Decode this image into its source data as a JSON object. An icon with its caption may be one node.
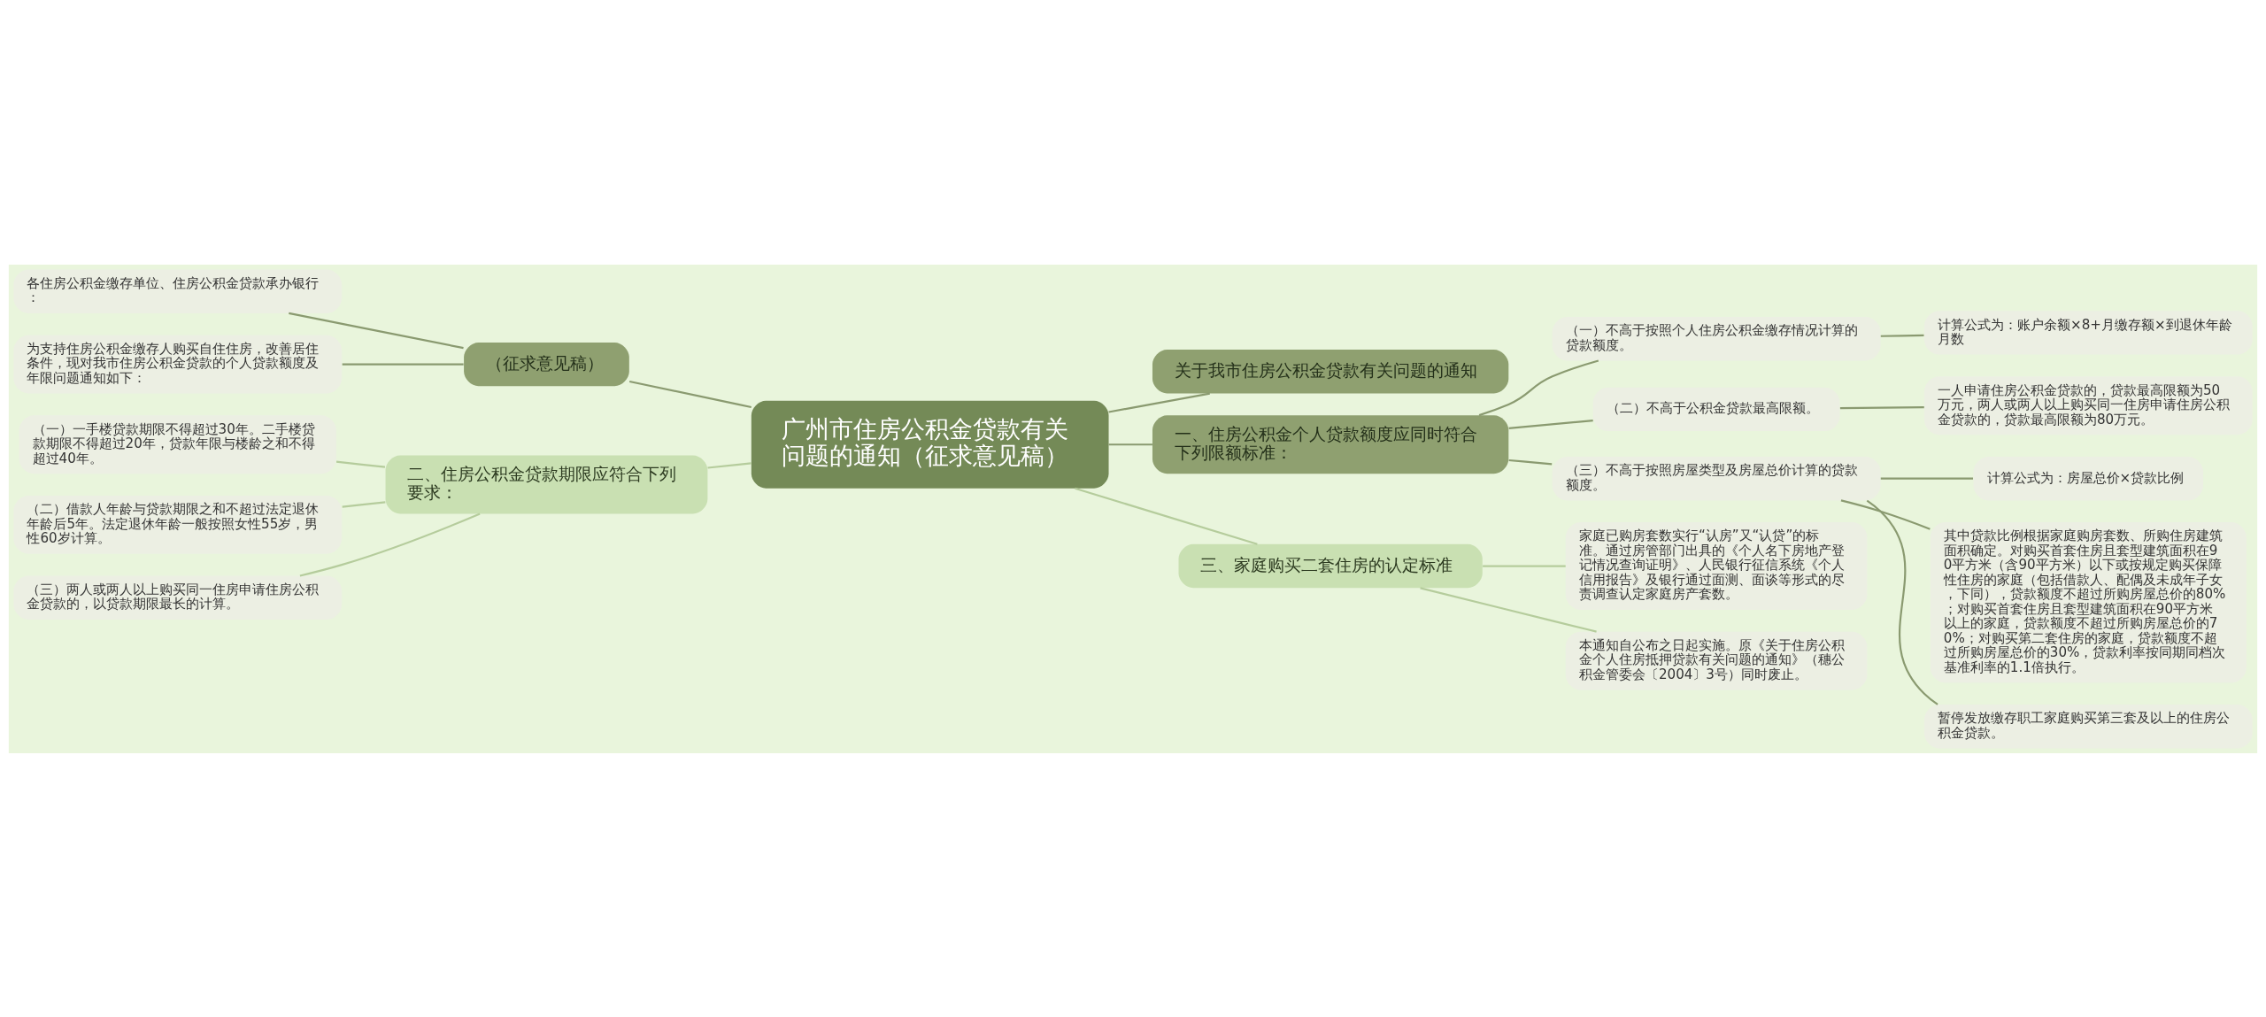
{
  "diagram": {
    "nodes": [
      {
        "text": [
          "广州市住房公积金贷款有关问题的通知（征求意见稿）"
        ]
      },
      {
        "text": [
          "关于我市住房公积金贷款有关问题的通知"
        ]
      },
      {
        "text": [
          "一、住房公积金个人贷款额度应同时符合下列限额标准："
        ]
      },
      {
        "text": [
          "（一）不高于按照个人住房公积金缴存情况计算的贷款额度。"
        ]
      },
      {
        "text": [
          "计算公式为：账户余额×8+月缴存额×到退休年龄月数"
        ]
      },
      {
        "text": [
          "（二）不高于公积金贷款最高限额。"
        ]
      },
      {
        "text": [
          "一人申请住房公积金贷款的，贷款最高限额为50万元，两人或两人以上购买同一住房申请住房公积金贷款的，贷款最高限额为80万元。"
        ]
      },
      {
        "text": [
          "（三）不高于按照房屋类型及房屋总价计算的贷款额度。"
        ]
      },
      {
        "text": [
          "计算公式为：房屋总价×贷款比例"
        ]
      },
      {
        "text": [
          "其中贷款比例根据家庭购房套数、所购住房建筑面积确定。对购买首套住房且套型建筑面积在90平方米（含90平方米）以下或按规定购买保障性住房的家庭（包括借款人、配偶及未成年子女，下同），贷款额度不超过所购房屋总价的80%；对购买首套住房且套型建筑面积在90平方米以上的家庭，贷款额度不超过所购房屋总价的70%；对购买第二套住房的家庭，贷款额度不超过所购房屋总价的30%，贷款利率按同期同档次基准利率的1.1倍执行。"
        ]
      },
      {
        "text": [
          "暂停发放缴存职工家庭购买第三套及以上的住房公积金贷款。"
        ]
      },
      {
        "text": [
          "三、家庭购买二套住房的认定标准"
        ]
      },
      {
        "text": [
          "家庭已购房套数实行“认房”又“认贷”的标准。通过房管部门出具的《个人名下房地产登记情况查询证明》、人民银行征信系统《个人信用报告》及银行通过面测、面谈等形式的尽责调查认定家庭房产套数。"
        ]
      },
      {
        "text": [
          "本通知自公布之日起实施。原《关于住房公积金个人住房抵押贷款有关问题的通知》（穗公积金管委会〔2004〕3号）同时废止。"
        ]
      },
      {
        "text": [
          "（征求意见稿）"
        ]
      },
      {
        "text": [
          "各住房公积金缴存单位、住房公积金贷款承办银行："
        ]
      },
      {
        "text": [
          "为支持住房公积金缴存人购买自住住房，改善居住条件，现对我市住房公积金贷款的个人贷款额度及年限问题通知如下："
        ]
      },
      {
        "text": [
          "二、住房公积金贷款期限应符合下列要求："
        ]
      },
      {
        "text": [
          "（一）一手楼贷款期限不得超过30年。二手楼贷款期限不得超过20年，贷款年限与楼龄之和不得超过40年。"
        ]
      },
      {
        "text": [
          "（二）借款人年龄与贷款期限之和不超过法定退休年龄后5年。法定退休年龄一般按照女性55岁，男性60岁计算。"
        ]
      },
      {
        "text": [
          "（三）两人或两人以上购买同一住房申请住房公积金贷款的，以贷款期限最长的计算。"
        ]
      }
    ],
    "edges": [
      {
        "from": 0,
        "to": 1,
        "arrow": "none"
      },
      {
        "from": 0,
        "to": 2,
        "arrow": "none"
      },
      {
        "from": 2,
        "to": 3,
        "arrow": "none"
      },
      {
        "from": 3,
        "to": 4,
        "arrow": "none"
      },
      {
        "from": 2,
        "to": 5,
        "arrow": "none"
      },
      {
        "from": 5,
        "to": 6,
        "arrow": "none"
      },
      {
        "from": 2,
        "to": 7,
        "arrow": "none"
      },
      {
        "from": 7,
        "to": 8,
        "arrow": "none"
      },
      {
        "from": 7,
        "to": 9,
        "arrow": "none"
      },
      {
        "from": 7,
        "to": 10,
        "arrow": "none"
      },
      {
        "from": 0,
        "to": 11,
        "arrow": "none",
        "color": "#b5cc9c"
      },
      {
        "from": 11,
        "to": 12,
        "arrow": "none",
        "color": "#b5cc9c"
      },
      {
        "from": 11,
        "to": 13,
        "arrow": "none",
        "color": "#b5cc9c"
      },
      {
        "from": 0,
        "to": 14,
        "arrow": "none"
      },
      {
        "from": 14,
        "to": 15,
        "arrow": "none"
      },
      {
        "from": 14,
        "to": 16,
        "arrow": "none"
      },
      {
        "from": 0,
        "to": 17,
        "arrow": "none",
        "color": "#b5cc9c"
      },
      {
        "from": 17,
        "to": 18,
        "arrow": "none",
        "color": "#b5cc9c"
      },
      {
        "from": 17,
        "to": 19,
        "arrow": "none",
        "color": "#b5cc9c"
      },
      {
        "from": 17,
        "to": 20,
        "arrow": "none",
        "color": "#b5cc9c"
      }
    ]
  }
}
